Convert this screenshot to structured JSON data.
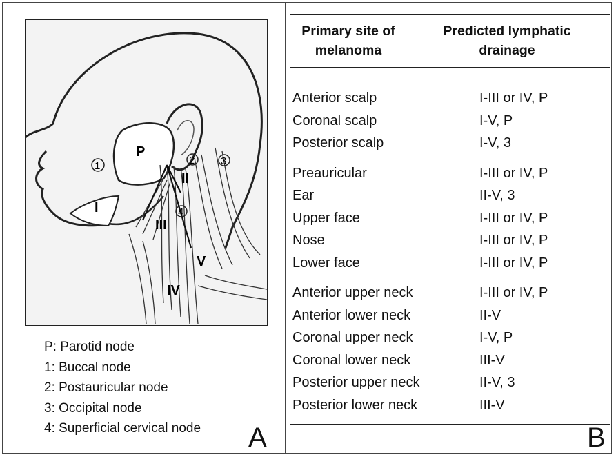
{
  "panel_a": {
    "label": "A",
    "node_labels": {
      "P": "P",
      "b1": "1",
      "b2": "2",
      "b3": "3",
      "b4": "4",
      "I": "I",
      "II": "II",
      "III": "III",
      "IV": "IV",
      "V": "V"
    },
    "legend": [
      "P: Parotid node",
      "1: Buccal node",
      "2: Postauricular node",
      "3: Occipital node",
      "4: Superficial cervical node"
    ]
  },
  "panel_b": {
    "label": "B",
    "headers": {
      "site": [
        "Primary site of",
        "melanoma"
      ],
      "drainage": [
        "Predicted lymphatic",
        "drainage"
      ]
    },
    "rows": [
      {
        "site": "Anterior scalp",
        "drainage": "I-III or IV, P"
      },
      {
        "site": "Coronal scalp",
        "drainage": "I-V, P"
      },
      {
        "site": "Posterior scalp",
        "drainage": "I-V, 3"
      },
      {
        "site": "Preauricular",
        "drainage": "I-III or IV, P"
      },
      {
        "site": "Ear",
        "drainage": "II-V, 3"
      },
      {
        "site": "Upper face",
        "drainage": "I-III or IV, P"
      },
      {
        "site": "Nose",
        "drainage": "I-III or IV, P"
      },
      {
        "site": "Lower face",
        "drainage": "I-III or IV, P"
      },
      {
        "site": "Anterior upper neck",
        "drainage": "I-III or IV, P"
      },
      {
        "site": "Anterior lower neck",
        "drainage": "II-V"
      },
      {
        "site": "Coronal upper neck",
        "drainage": "I-V, P"
      },
      {
        "site": "Coronal lower neck",
        "drainage": "III-V"
      },
      {
        "site": "Posterior upper neck",
        "drainage": "II-V, 3"
      },
      {
        "site": "Posterior lower neck",
        "drainage": "III-V"
      }
    ]
  }
}
